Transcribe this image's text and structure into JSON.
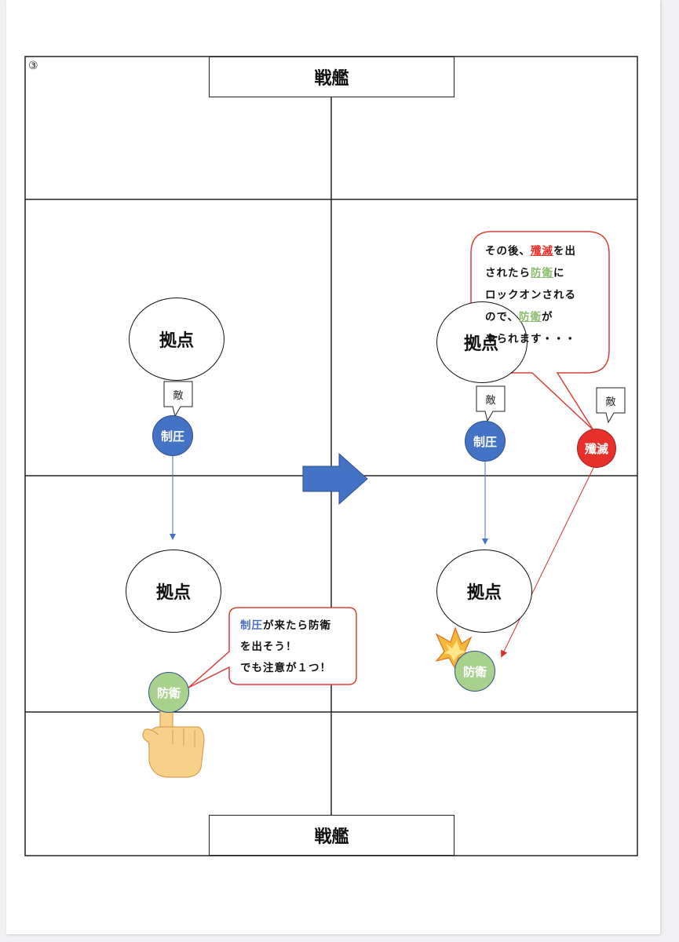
{
  "page": {
    "number": "③"
  },
  "battleships": {
    "top": "戦艦",
    "bottom": "戦艦"
  },
  "bases": {
    "label": "拠点"
  },
  "units": {
    "suppress": "制圧",
    "defense": "防衛",
    "annihilate": "殲滅"
  },
  "enemy_tag": "敵",
  "bubble_left": {
    "line1_colored": "制圧",
    "line1_rest": "が来たら防衛",
    "line2": "を出そう！",
    "line3": "でも注意が１つ！"
  },
  "bubble_right": {
    "line1_before": "その後、",
    "line1_colored": "殲滅",
    "line1_after": "を出",
    "line2_before": "されたら",
    "line2_colored": "防衛",
    "line2_after": "に",
    "line3": "ロックオンされる",
    "line4_before": "ので、",
    "line4_colored": "防衛",
    "line4_after": "が",
    "line5": "やられます・・・"
  },
  "colors": {
    "suppress": "#4472c4",
    "defense": "#a9d18e",
    "annihilate": "#e8302a",
    "bubble_border": "#d9403a",
    "arrow_fill": "#4472c4"
  }
}
